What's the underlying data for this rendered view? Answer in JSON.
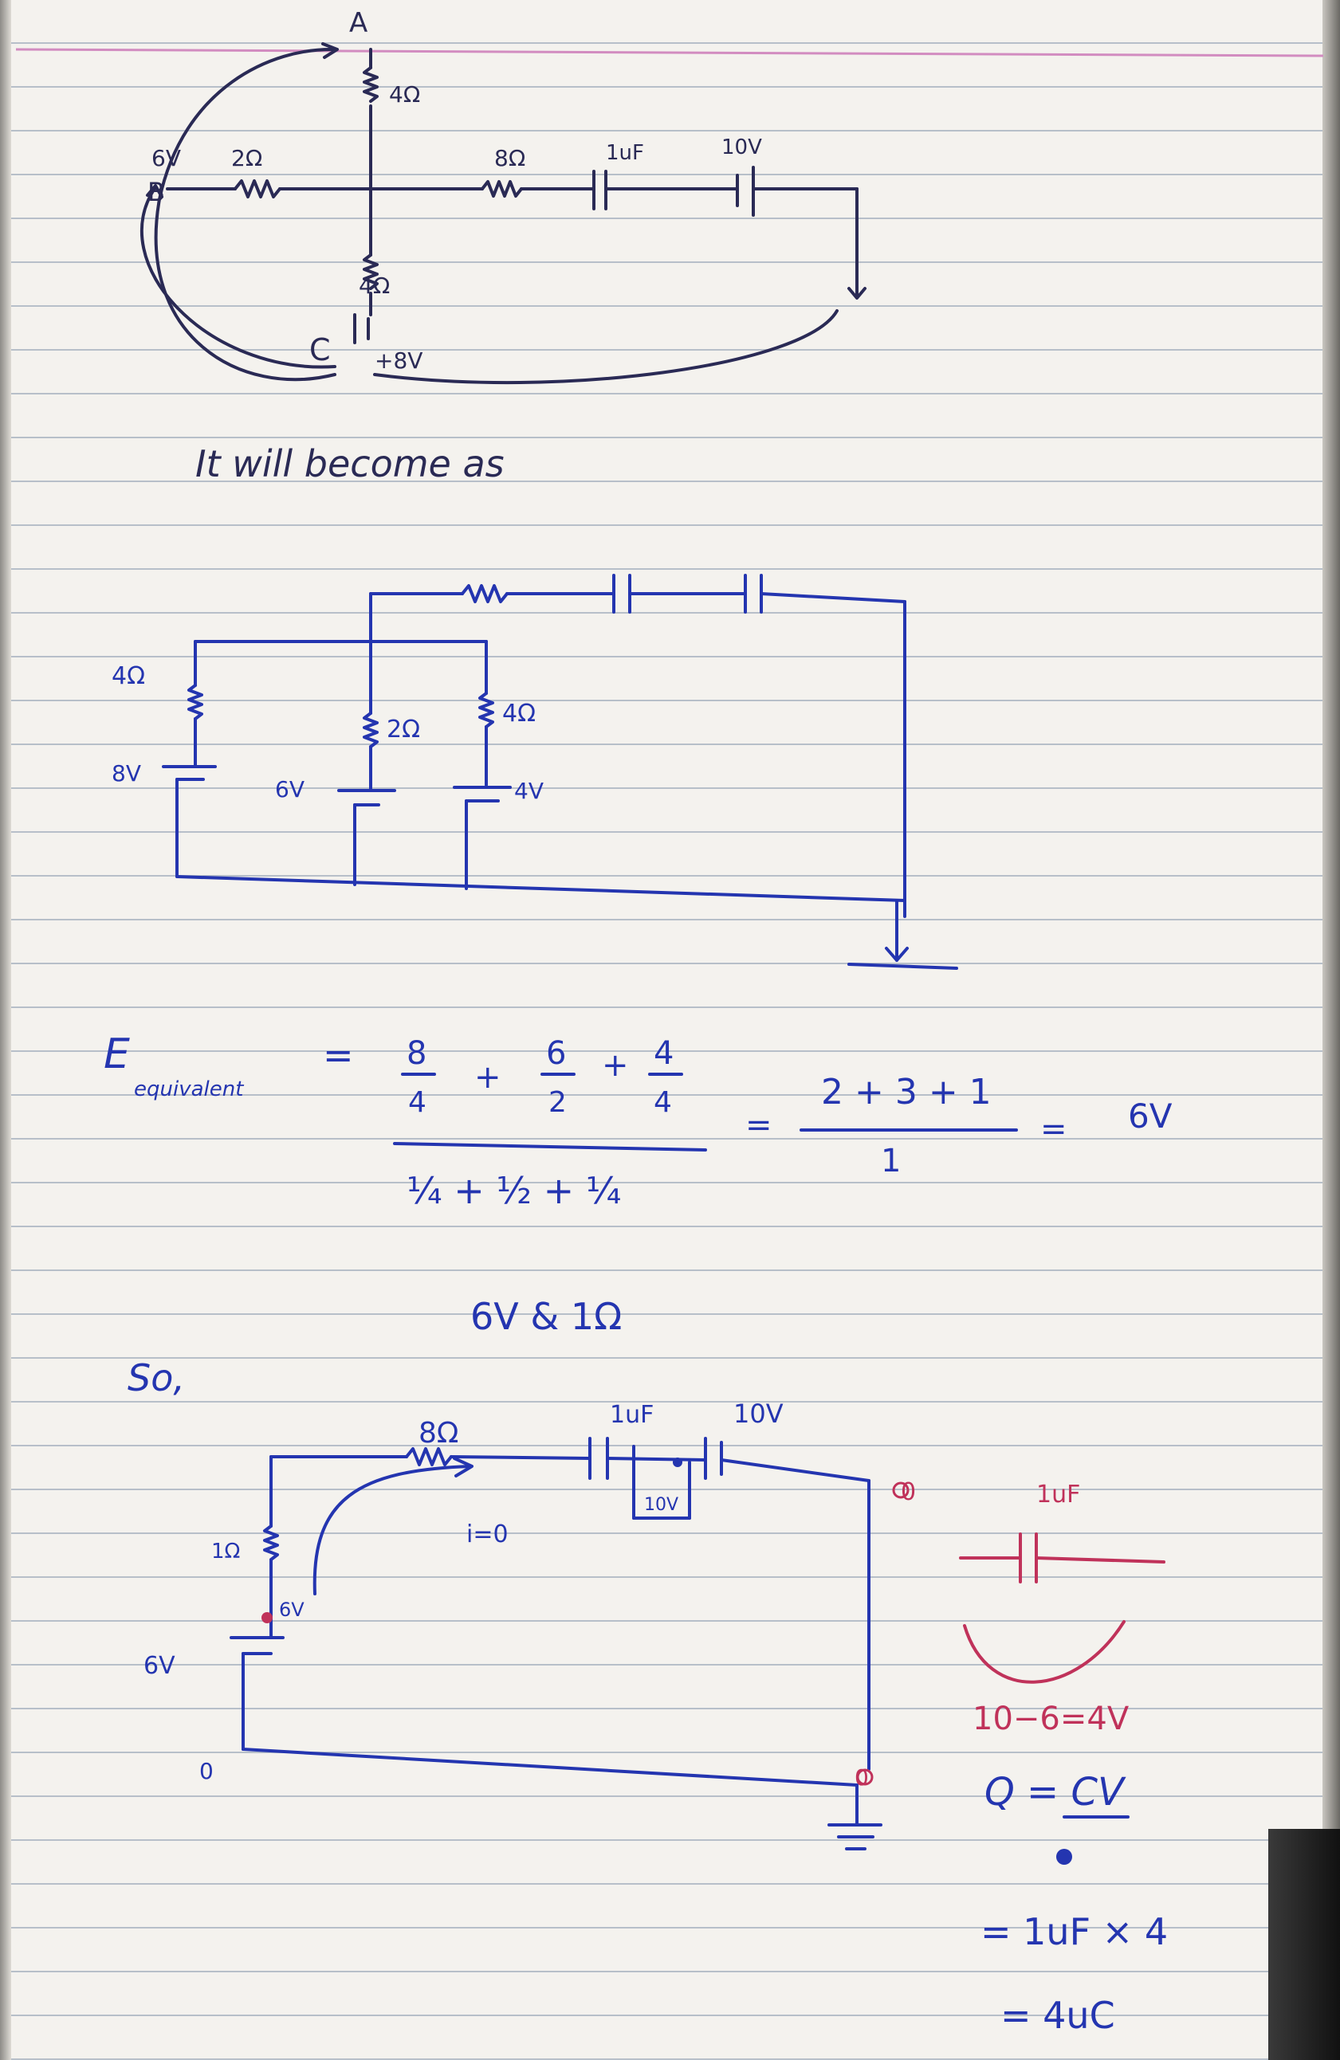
{
  "top_circuit": {
    "node_a": "A",
    "node_b": "B",
    "node_c": "C",
    "r_top": "4Ω",
    "r_left": "2Ω",
    "v_left": "6V",
    "r_mid": "8Ω",
    "cap": "1uF",
    "v_cap": "10V",
    "r_bottom": "4Ω",
    "v_c": "+8V"
  },
  "caption": "It will become as",
  "middle_circuit": {
    "r1": "4Ω",
    "v1": "8V",
    "r2": "2Ω",
    "v2": "6V",
    "r3": "4Ω",
    "v3": "4V"
  },
  "equation": {
    "lhs": "E",
    "lhs_sub": "equivalent",
    "eq": "=",
    "n1": "8",
    "d1": "4",
    "n2": "6",
    "d2": "2",
    "n3": "4",
    "d3": "4",
    "plus": "+",
    "denominator": "¼ + ½ + ¼",
    "mid_num": "2 + 3 + 1",
    "mid_den": "1",
    "result": "6V",
    "summary": "6V & 1Ω"
  },
  "so_label": "So,",
  "bottom_circuit": {
    "r_series": "8Ω",
    "cap": "1uF",
    "v_source": "10V",
    "v_mid": "10V",
    "current": "i=0",
    "r_int": "1Ω",
    "node_v": "6V",
    "emf": "6V",
    "zero_left": "0",
    "zero_right_top": "0",
    "zero_right_bottom": "0"
  },
  "side_note": {
    "cap_label": "1uF",
    "diff": "10−6=4V",
    "q_eq": "Q = CV",
    "step1": "= 1uF × 4",
    "step2": "= 4uC"
  }
}
